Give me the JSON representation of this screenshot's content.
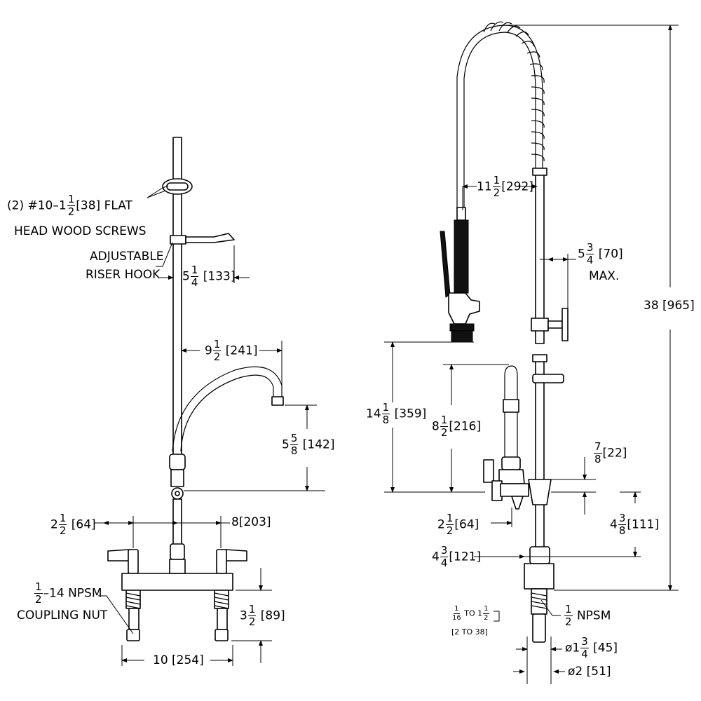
{
  "left_view": {
    "screws_note": {
      "qty": "(2)",
      "size_whole": "#10–1",
      "size_num": "1",
      "size_den": "2",
      "size_metric": "[38]",
      "type": "FLAT",
      "line2": "HEAD WOOD SCREWS"
    },
    "riser_hook_note": {
      "line1": "ADJUSTABLE",
      "line2": "RISER HOOK"
    },
    "riser_hook_dim": {
      "whole": "5",
      "num": "1",
      "den": "4",
      "metric": "[133]"
    },
    "spout_reach_dim": {
      "whole": "9",
      "num": "1",
      "den": "2",
      "metric": "[241]"
    },
    "spout_height_dim": {
      "whole": "5",
      "num": "5",
      "den": "8",
      "metric": "[142]"
    },
    "offset_dim": {
      "whole": "2",
      "num": "1",
      "den": "2",
      "metric": "[64]"
    },
    "center_dim": {
      "whole": "8",
      "metric": "[203]"
    },
    "coupling_note": {
      "num": "1",
      "den": "2",
      "thread": "–14 NPSM",
      "line2": "COUPLING NUT"
    },
    "body_height_dim": {
      "whole": "3",
      "num": "1",
      "den": "2",
      "metric": "[89]"
    },
    "overall_width_dim": {
      "whole": "10",
      "metric": "[254]"
    }
  },
  "right_view": {
    "spray_reach_dim": {
      "whole": "11",
      "num": "1",
      "den": "2",
      "metric": "[292]"
    },
    "wall_bracket_dim": {
      "whole": "5",
      "num": "3",
      "den": "4",
      "metric": "[70]",
      "note": "MAX."
    },
    "overall_height_dim": {
      "whole": "38",
      "metric": "[965]"
    },
    "spray_height_dim": {
      "whole": "14",
      "num": "1",
      "den": "8",
      "metric": "[359]"
    },
    "faucet_height_dim": {
      "whole": "8",
      "num": "1",
      "den": "2",
      "metric": "[216]"
    },
    "inlet_dim": {
      "num": "7",
      "den": "8",
      "metric": "[22]"
    },
    "offset_dim": {
      "whole": "2",
      "num": "1",
      "den": "2",
      "metric": "[64]"
    },
    "valve_height_dim": {
      "whole": "4",
      "num": "3",
      "den": "8",
      "metric": "[111]"
    },
    "base_height_dim": {
      "whole": "4",
      "num": "3",
      "den": "4",
      "metric": "[121]"
    },
    "deck_thickness_note": {
      "a_num": "1",
      "a_den": "16",
      "to": "TO",
      "b_whole": "1",
      "b_num": "1",
      "b_den": "2",
      "metric": "[2 TO 38]"
    },
    "npsm_note": {
      "num": "1",
      "den": "2",
      "thread": "NPSM"
    },
    "flange_dia_dim": {
      "prefix": "ø1",
      "num": "3",
      "den": "4",
      "metric": "[45]"
    },
    "base_dia_dim": {
      "prefix": "ø2",
      "metric": "[51]"
    }
  }
}
